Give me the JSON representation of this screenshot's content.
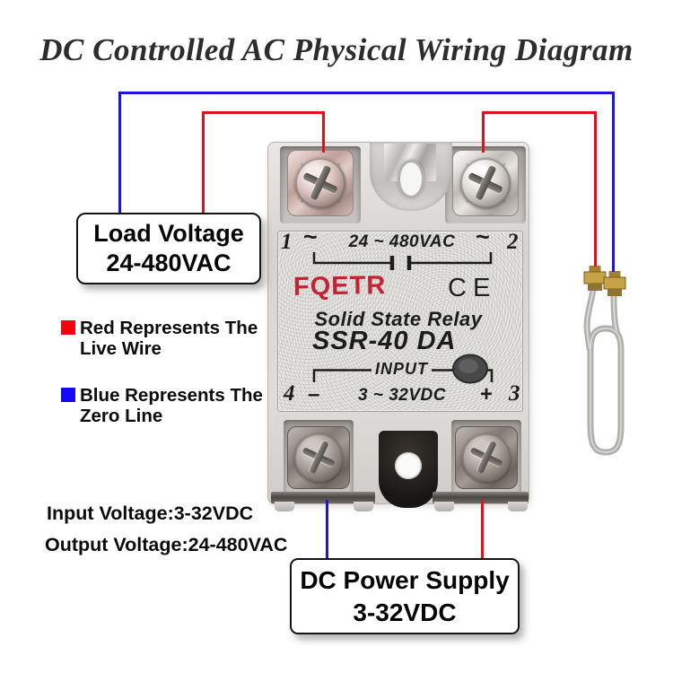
{
  "title": "DC Controlled AC Physical Wiring Diagram",
  "relay": {
    "terminal_1": "1",
    "terminal_2": "2",
    "terminal_3": "3",
    "terminal_4": "4",
    "ac_tilde_left": "~",
    "ac_tilde_right": "~",
    "output_rating": "24 ~ 480VAC",
    "brand": "FQETR",
    "ce_mark": "CE",
    "product_line": "Solid State Relay",
    "model": "SSR-40 DA",
    "input_label": "INPUT",
    "input_rating": "3 ~ 32VDC",
    "minus_sign": "–",
    "plus_sign": "+"
  },
  "callouts": {
    "load_voltage": {
      "line1": "Load Voltage",
      "line2": "24-480VAC"
    },
    "dc_power_supply": {
      "line1": "DC Power Supply",
      "line2": "3-32VDC"
    }
  },
  "legend": {
    "red": {
      "color": "#f20310",
      "line1": "Red Represents The",
      "line2": "Live Wire"
    },
    "blue": {
      "color": "#150af2",
      "line1": "Blue Represents The",
      "line2": "Zero Line"
    }
  },
  "specs": {
    "input_voltage": "Input Voltage:3-32VDC",
    "output_voltage": "Output Voltage:24-480VAC"
  },
  "wire_colors": {
    "live": "#e2101c",
    "zero": "#1d14e0"
  }
}
